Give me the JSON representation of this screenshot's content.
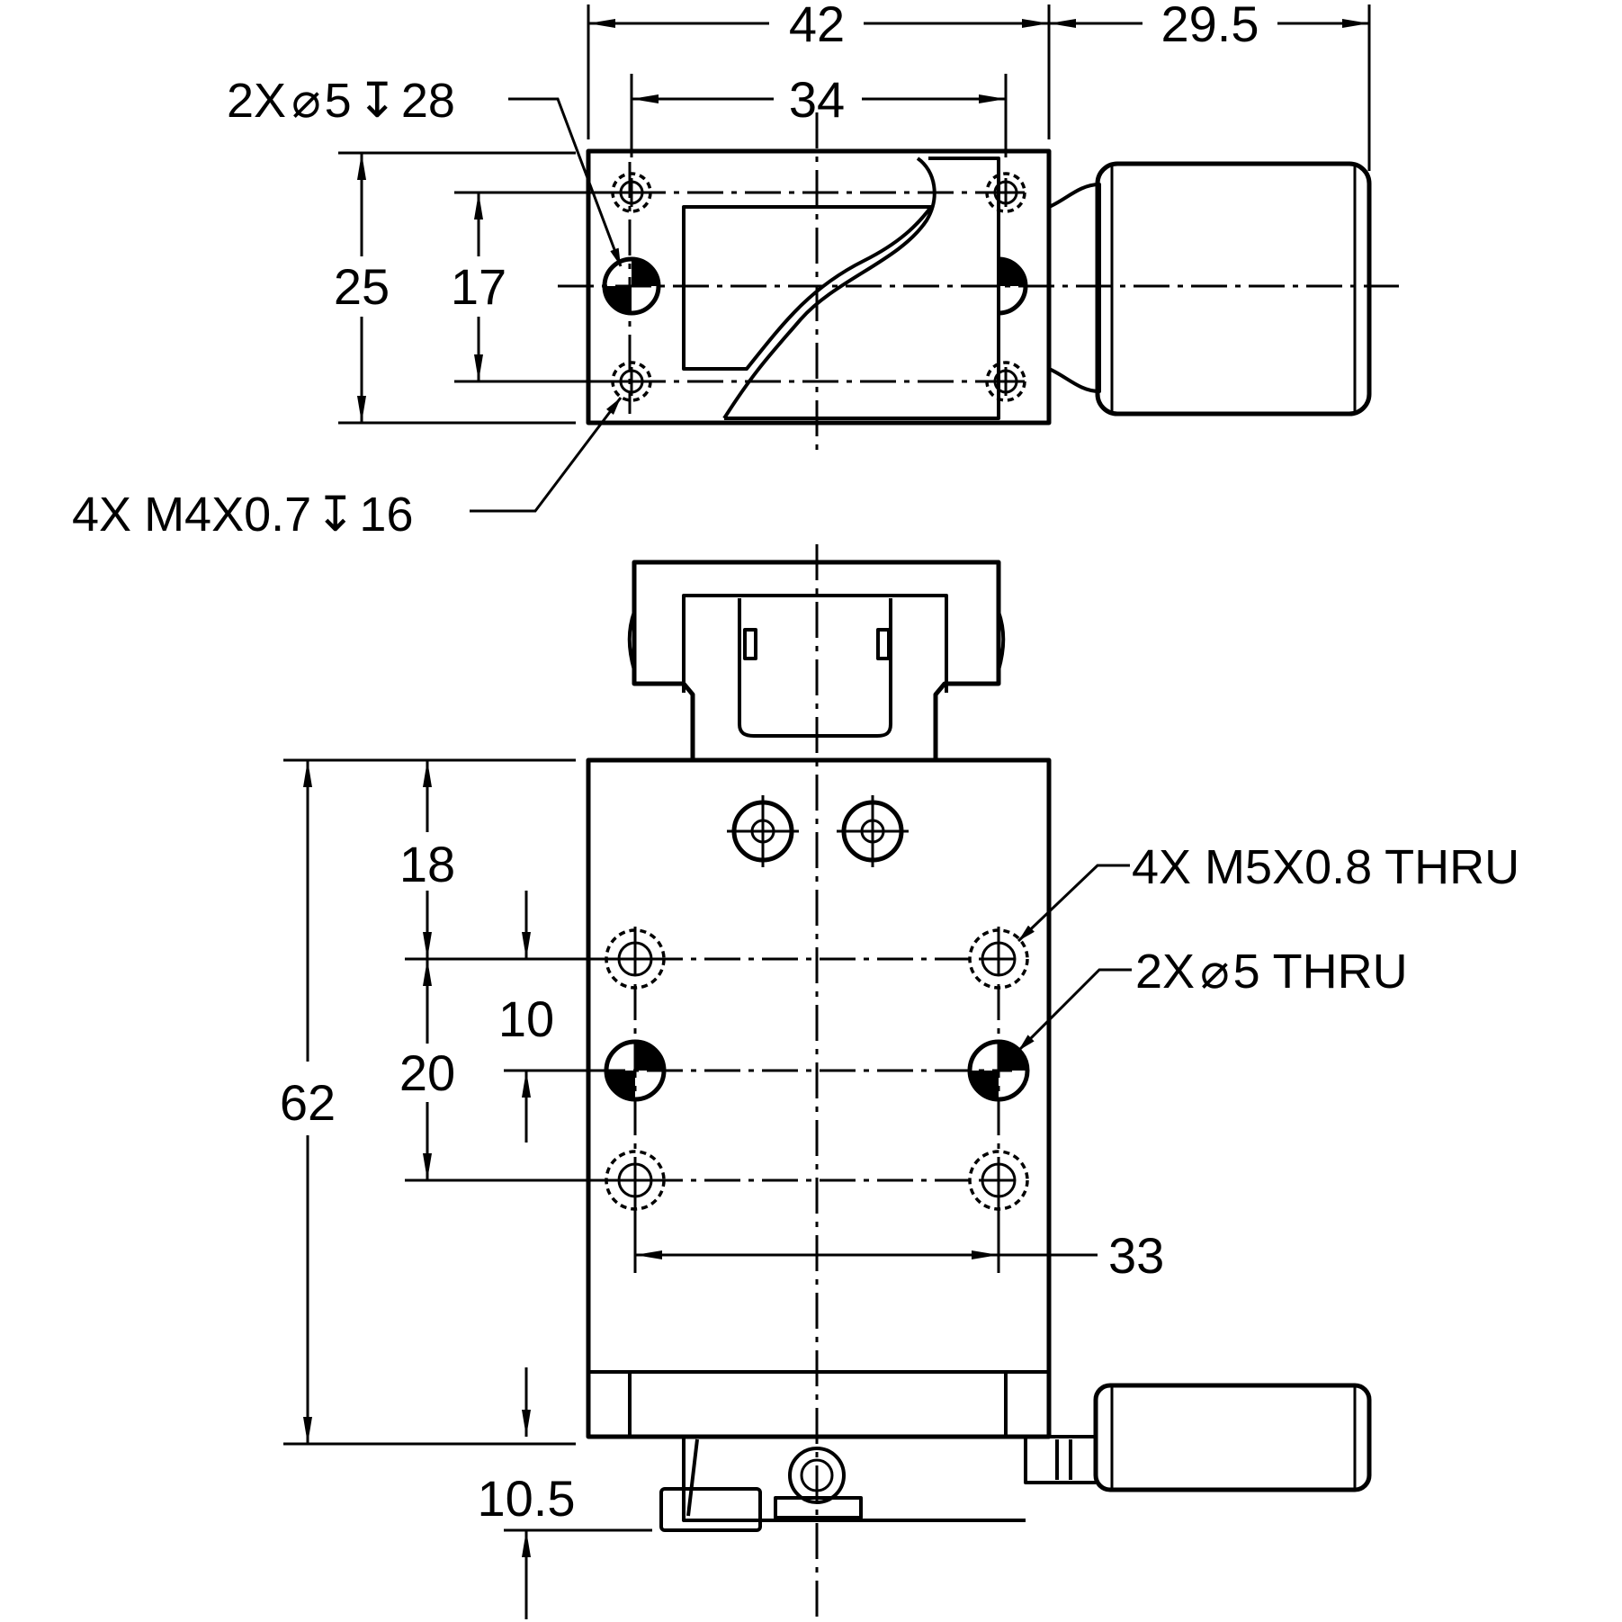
{
  "drawing": {
    "top_view": {
      "dims": {
        "overall_width": "42",
        "motor_length": "29.5",
        "hole_spacing": "34",
        "height": "25",
        "tapped_spacing": "17"
      },
      "notes": {
        "pin_holes_count": "2X",
        "pin_holes_diameter": "5",
        "pin_holes_depth": "28",
        "tapped_holes_count": "4X",
        "tapped_holes_thread": "M4X0.7",
        "tapped_holes_depth": "16"
      }
    },
    "front_view": {
      "dims": {
        "overall_height": "62",
        "top_to_first_row": "18",
        "row_spacing_small": "10",
        "row_spacing": "20",
        "column_spacing": "33",
        "bottom_offset": "10.5"
      },
      "notes": {
        "thread_holes": "4X M5X0.8 THRU",
        "pin_holes_count": "2X",
        "pin_holes_rest": "5 THRU"
      }
    }
  }
}
